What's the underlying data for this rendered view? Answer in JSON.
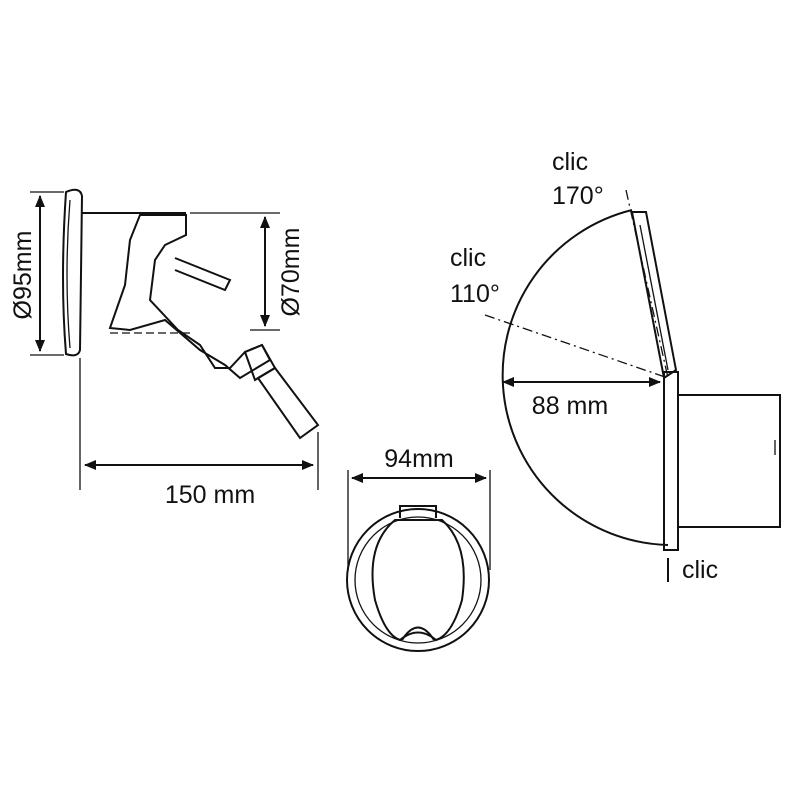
{
  "side_view": {
    "flange_diameter": "Ø95mm",
    "body_diameter": "Ø70mm",
    "length": "150 mm"
  },
  "front_view": {
    "width": "94mm"
  },
  "opening_view": {
    "clic_170_word": "clic",
    "clic_170_angle": "170°",
    "clic_110_word": "clic",
    "clic_110_angle": "110°",
    "depth": "88 mm",
    "clic_closed": "clic"
  },
  "colors": {
    "line": "#111111",
    "background": "#ffffff"
  }
}
